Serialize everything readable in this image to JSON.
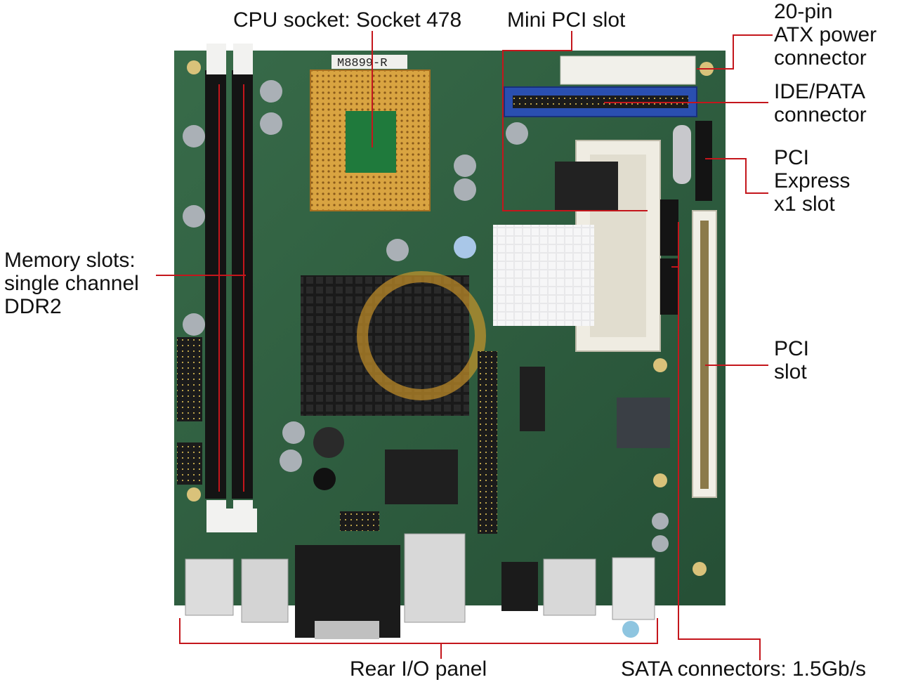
{
  "labels": {
    "cpu": "CPU socket: Socket 478",
    "minipci": "Mini PCI slot",
    "atx": [
      "20-pin",
      "ATX power",
      "connector"
    ],
    "ide": [
      "IDE/PATA",
      "connector"
    ],
    "pcie": [
      "PCI",
      "Express",
      "x1 slot"
    ],
    "memory": [
      "Memory slots:",
      "single channel",
      "DDR2"
    ],
    "pci": [
      "PCI",
      "slot"
    ],
    "rear_io": "Rear I/O panel",
    "sata": "SATA connectors: 1.5Gb/s",
    "silkscreen_model": "M8899-R"
  },
  "colors": {
    "pcb": "#2f5d3e",
    "callout": "#c4161c",
    "heatsink": "#1a1a1a",
    "ide": "#2a4fb0",
    "socket": "#d9a441"
  }
}
